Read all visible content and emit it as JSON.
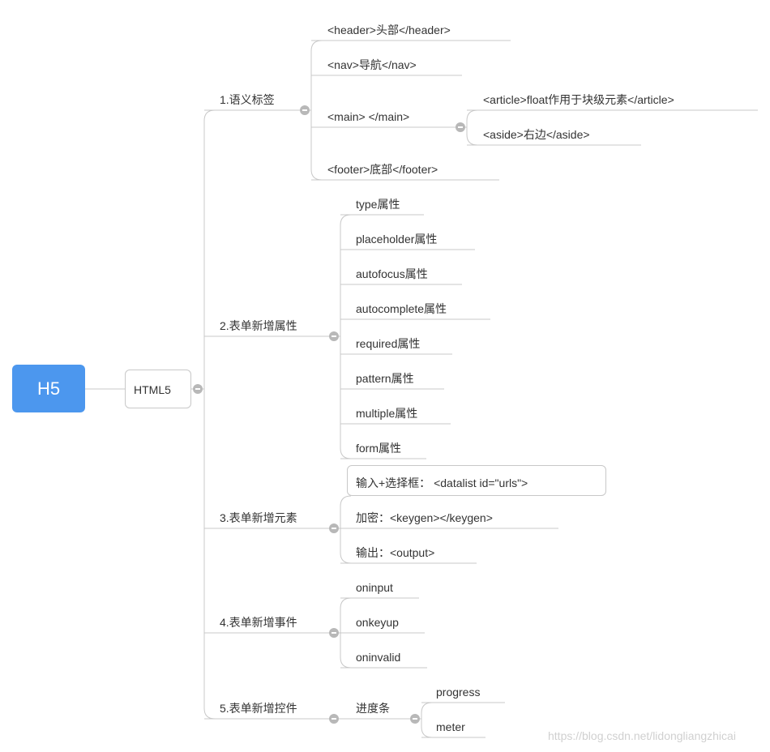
{
  "root": {
    "label": "H5"
  },
  "main_node": {
    "label": "HTML5"
  },
  "branches": [
    {
      "label": "1.语义标签",
      "children": [
        {
          "label": "<header>头部</header>"
        },
        {
          "label": "<nav>导航</nav>"
        },
        {
          "label": "<main> </main>",
          "children": [
            {
              "label": "<article>float作用于块级元素</article>"
            },
            {
              "label": "<aside>右边</aside>"
            }
          ]
        },
        {
          "label": "<footer>底部</footer>"
        }
      ]
    },
    {
      "label": "2.表单新增属性",
      "children": [
        {
          "label": "type属性"
        },
        {
          "label": "placeholder属性"
        },
        {
          "label": "autofocus属性"
        },
        {
          "label": "autocomplete属性"
        },
        {
          "label": "required属性"
        },
        {
          "label": "pattern属性"
        },
        {
          "label": "multiple属性"
        },
        {
          "label": "form属性"
        }
      ]
    },
    {
      "label": "3.表单新增元素",
      "children": [
        {
          "label": "输入+选择框： <datalist id=\"urls\">"
        },
        {
          "label": "加密：<keygen></keygen>"
        },
        {
          "label": "输出：<output>"
        }
      ]
    },
    {
      "label": "4.表单新增事件",
      "children": [
        {
          "label": "oninput"
        },
        {
          "label": "onkeyup"
        },
        {
          "label": "oninvalid"
        }
      ]
    },
    {
      "label": "5.表单新增控件",
      "children": [
        {
          "label": "进度条",
          "children": [
            {
              "label": "progress"
            },
            {
              "label": "meter"
            }
          ]
        }
      ]
    }
  ],
  "watermark": "https://blog.csdn.net/lidongliangzhicai"
}
